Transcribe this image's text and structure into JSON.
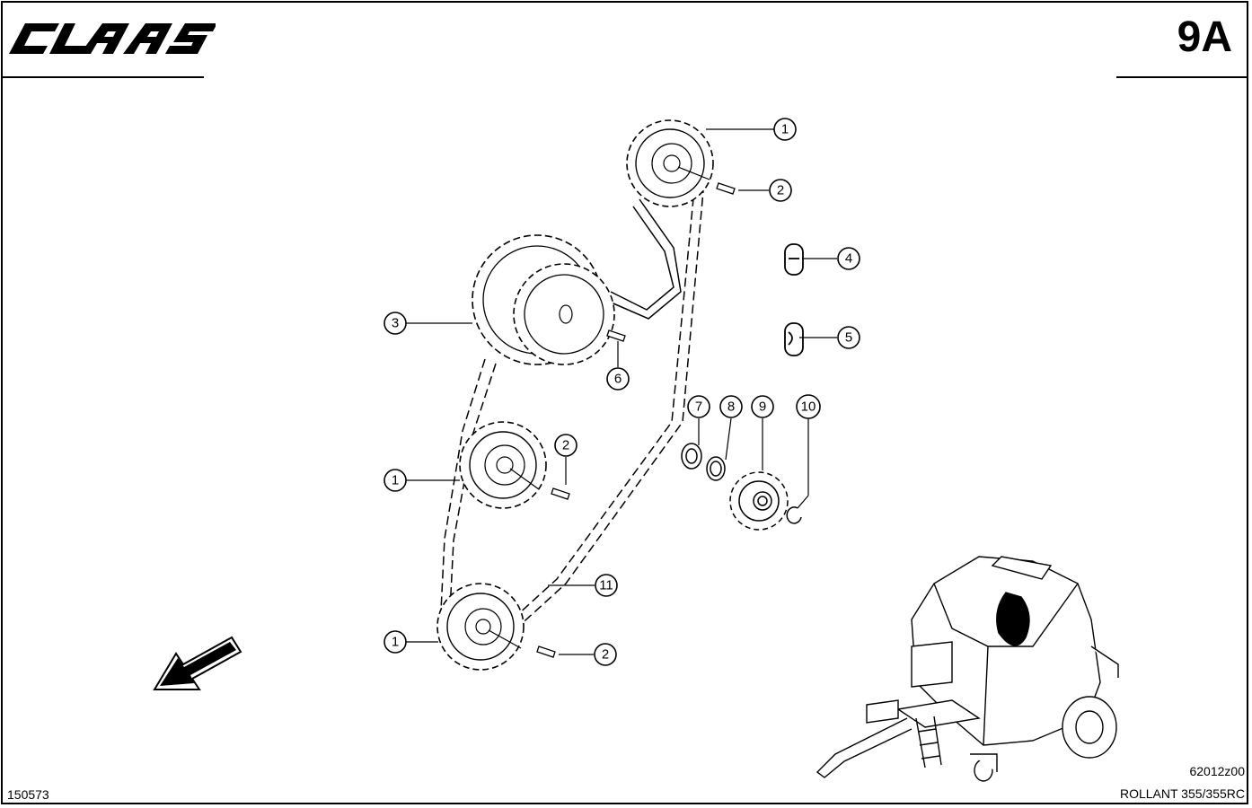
{
  "header": {
    "brand": "CLAAS",
    "page_number": "9A"
  },
  "footer": {
    "sheet_ref": "150573",
    "drawing_ref": "62012z00",
    "model": "ROLLANT 355/355RC"
  },
  "callouts": [
    "1",
    "2",
    "4",
    "5",
    "3",
    "6",
    "2",
    "1",
    "7",
    "8",
    "9",
    "10",
    "11",
    "1",
    "2"
  ],
  "icons": {
    "direction": "direction-arrow-icon",
    "machine": "round-baler-thumbnail"
  }
}
